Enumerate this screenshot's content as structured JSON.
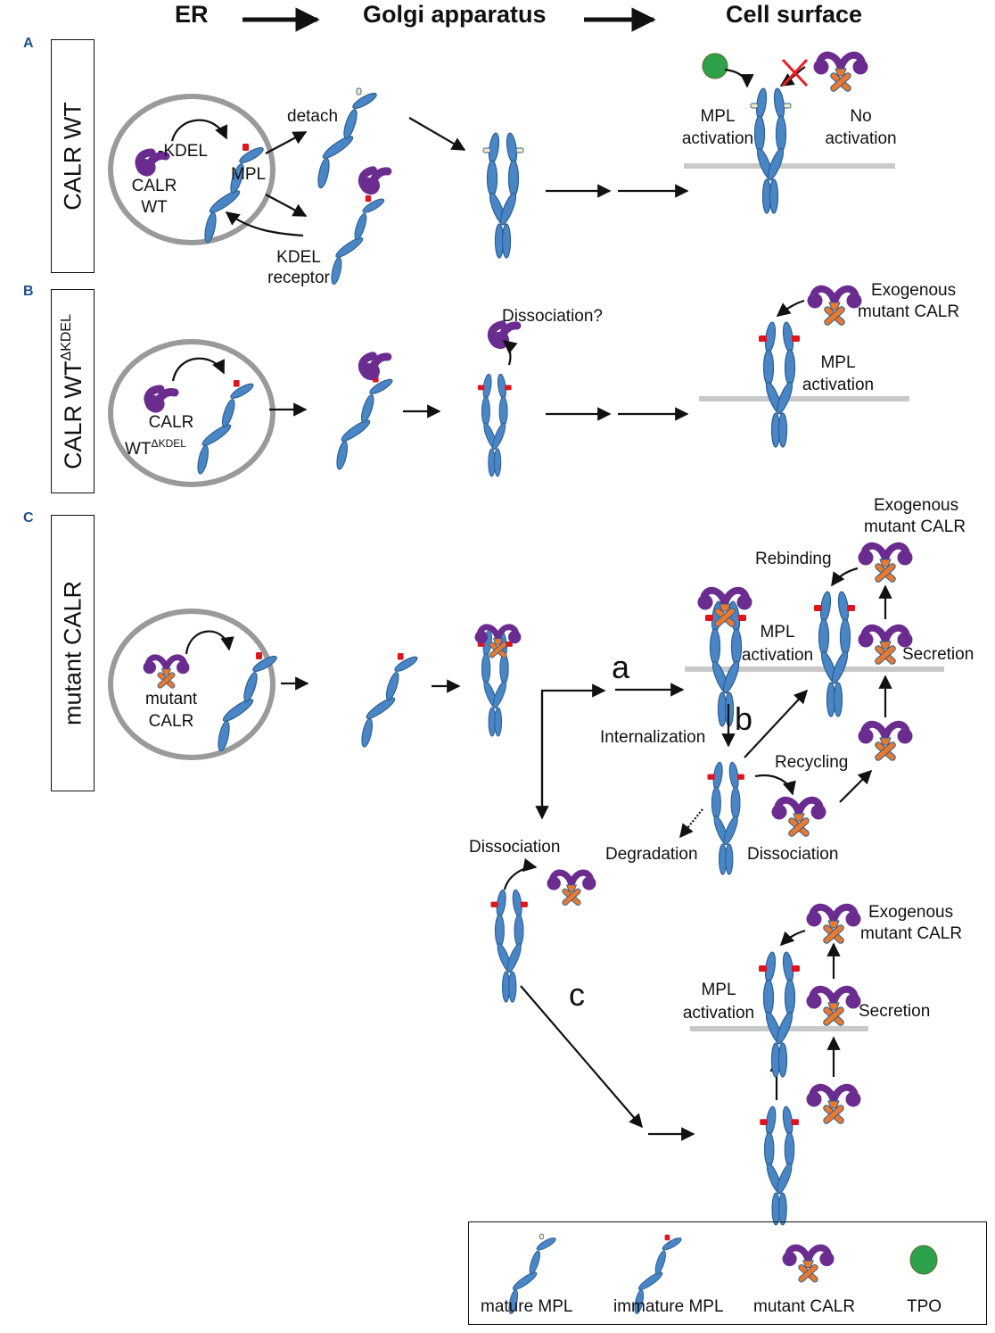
{
  "header": {
    "stages": [
      "ER",
      "Golgi apparatus",
      "Cell surface"
    ]
  },
  "colors": {
    "mpl_blue": "#4a86c5",
    "mpl_outline": "#2b5f93",
    "calr_purple": "#6a2c8f",
    "calr_orange": "#e8792f",
    "immature_tag_red": "#e0141e",
    "mature_tag_cream": "#f3ecc2",
    "tpo_green": "#2ea24a",
    "membrane_gray": "#c8c9c9",
    "er_gray": "#9a9a9a",
    "panel_letter_blue": "#1f4e8c",
    "block_x_red": "#ee1c24"
  },
  "panels": {
    "A": {
      "letter": "A",
      "side_label": "CALR WT",
      "labels": {
        "kdel": "-KDEL",
        "calr": "CALR",
        "wt": "WT",
        "mpl": "MPL",
        "detach": "detach",
        "kdel_receptor_1": "KDEL",
        "kdel_receptor_2": "receptor",
        "mpl_activation_1": "MPL",
        "mpl_activation_2": "activation",
        "no_activation_1": "No",
        "no_activation_2": "activation"
      }
    },
    "B": {
      "letter": "B",
      "side_label_main": "CALR WT",
      "side_label_sup": "ΔKDEL",
      "labels": {
        "calr": "CALR",
        "wt": "WT",
        "wt_sup": "ΔKDEL",
        "dissociation_q": "Dissociation?",
        "exogenous_1": "Exogenous",
        "exogenous_2": "mutant CALR",
        "mpl_activation_1": "MPL",
        "mpl_activation_2": "activation"
      }
    },
    "C": {
      "letter": "C",
      "side_label": "mutant CALR",
      "labels": {
        "mutant": "mutant",
        "calr": "CALR",
        "path_a": "a",
        "path_b": "b",
        "path_c": "c",
        "internalization": "Internalization",
        "exogenous_top_1": "Exogenous",
        "exogenous_top_2": "mutant CALR",
        "rebinding": "Rebinding",
        "mpl_activation_top_1": "MPL",
        "mpl_activation_top_2": "activation",
        "secretion_top": "Secretion",
        "recycling": "Recycling",
        "degradation": "Degradation",
        "dissociation_right": "Dissociation",
        "dissociation_left": "Dissociation",
        "exogenous_bottom_1": "Exogenous",
        "exogenous_bottom_2": "mutant CALR",
        "mpl_activation_bottom_1": "MPL",
        "mpl_activation_bottom_2": "activation",
        "secretion_bottom": "Secretion"
      }
    }
  },
  "legend": {
    "items": [
      {
        "icon": "mature-mpl-icon",
        "label": "mature MPL"
      },
      {
        "icon": "immature-mpl-icon",
        "label": "immature MPL"
      },
      {
        "icon": "mutant-calr-icon",
        "label": "mutant CALR"
      },
      {
        "icon": "tpo-icon",
        "label": "TPO"
      }
    ]
  }
}
